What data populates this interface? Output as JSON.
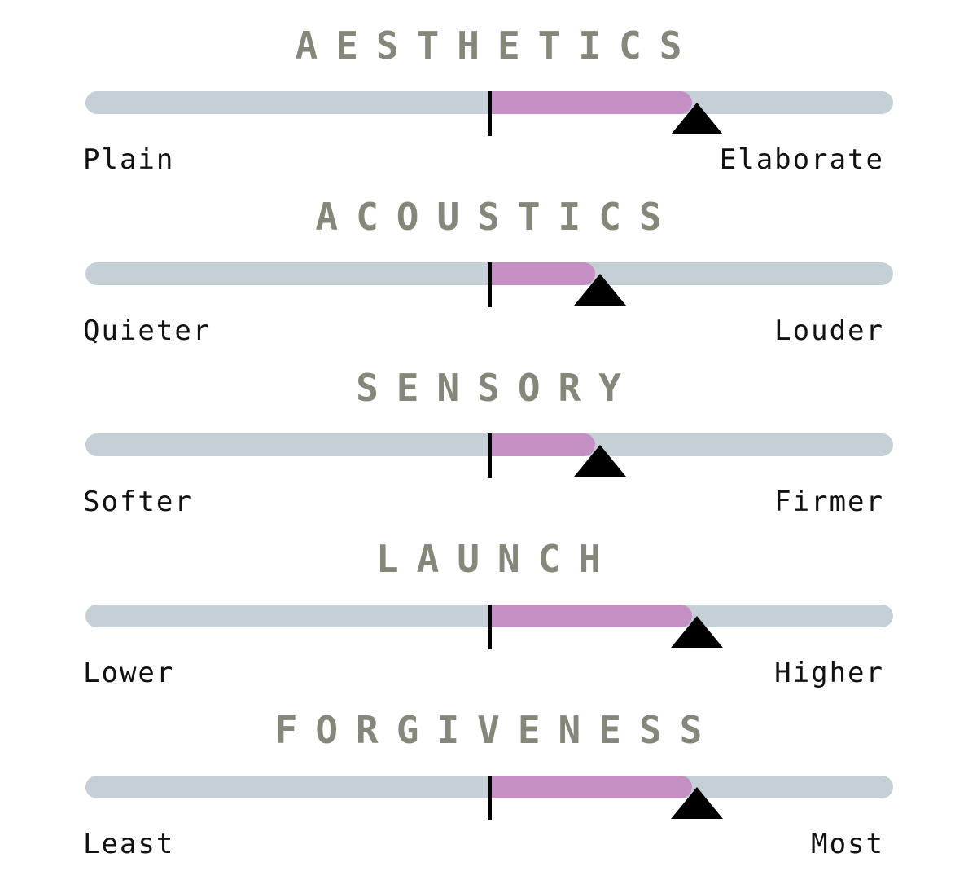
{
  "colors": {
    "title": "#86877b",
    "track": "#c5d0d6",
    "fill": "#c490c4",
    "marker": "#000000",
    "label": "#111111"
  },
  "scales": [
    {
      "title": "AESTHETICS",
      "left_label": "Plain",
      "right_label": "Elaborate",
      "value": 0.25
    },
    {
      "title": "ACOUSTICS",
      "left_label": "Quieter",
      "right_label": "Louder",
      "value": 0.13
    },
    {
      "title": "SENSORY",
      "left_label": "Softer",
      "right_label": "Firmer",
      "value": 0.13
    },
    {
      "title": "LAUNCH",
      "left_label": "Lower",
      "right_label": "Higher",
      "value": 0.25
    },
    {
      "title": "FORGIVENESS",
      "left_label": "Least",
      "right_label": "Most",
      "value": 0.25
    }
  ]
}
